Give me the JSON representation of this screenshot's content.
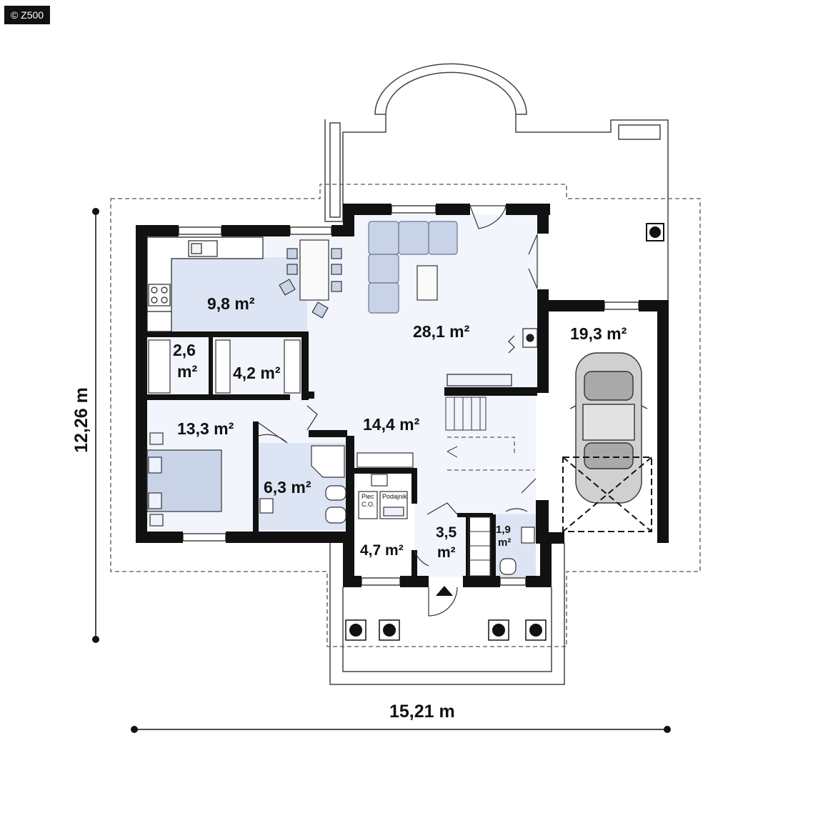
{
  "watermark": "© Z500",
  "dimensions": {
    "width_label": "15,21 m",
    "height_label": "12,26 m"
  },
  "rooms": {
    "kitchen": "9,8 m²",
    "living": "28,1 m²",
    "garage": "19,3 m²",
    "pantry_a": "2,6",
    "pantry_a_unit": "m²",
    "wardrobe": "4,2 m²",
    "bedroom": "13,3 m²",
    "hall": "14,4 m²",
    "bathroom": "6,3 m²",
    "boiler": "4,7 m²",
    "vestibule": "3,5",
    "vestibule_unit": "m²",
    "wc": "1,9",
    "wc_unit": "m²"
  },
  "labels": {
    "piec": "Piec",
    "co": "C.O.",
    "podajnik": "Podajnik"
  },
  "colors": {
    "wall": "#111111",
    "room_light": "#f2f5fc",
    "room_blue": "#dde4f3",
    "furniture": "#c9d3e8"
  }
}
